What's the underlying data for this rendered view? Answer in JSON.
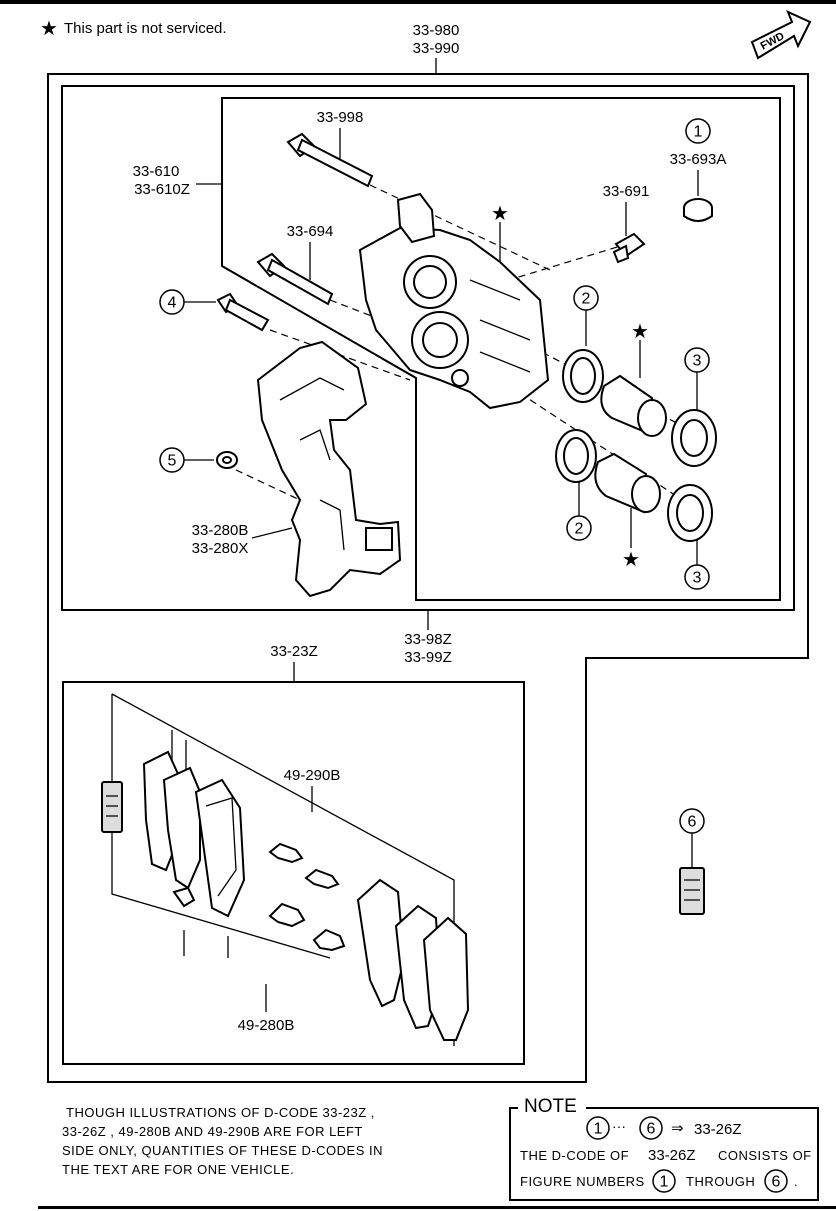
{
  "legend": {
    "star_text": "This part is not serviced."
  },
  "fwd_text": "FWD",
  "labels": {
    "assembly_a": "33-980",
    "assembly_b": "33-990",
    "caliper_a": "33-610",
    "caliper_b": "33-610Z",
    "bolt_998": "33-998",
    "cap_693a": "33-693A",
    "bleeder_691": "33-691",
    "bolt_694": "33-694",
    "bracket_a": "33-280B",
    "bracket_b": "33-280X",
    "kit_a": "33-98Z",
    "kit_b": "33-99Z",
    "pad_kit": "33-23Z",
    "shim_kit": "49-290B",
    "pad_set": "49-280B"
  },
  "callouts": {
    "c1": "1",
    "c2": "2",
    "c3": "3",
    "c4": "4",
    "c5": "5",
    "c6": "6"
  },
  "footnote": {
    "line1": "THOUGH ILLUSTRATIONS OF D-CODE 33-23Z ,",
    "line2": "33-26Z , 49-280B AND 49-290B ARE FOR LEFT",
    "line3": "SIDE ONLY, QUANTITIES OF THESE D-CODES IN",
    "line4": "THE TEXT ARE FOR ONE VEHICLE."
  },
  "note": {
    "title": "NOTE",
    "from": "1",
    "ellipsis": "···",
    "to": "6",
    "arrow": "⇒",
    "code": "33-26Z",
    "line2_pre": "THE D-CODE OF",
    "line2_code": "33-26Z",
    "line2_post": "CONSISTS OF",
    "line3_pre": "FIGURE NUMBERS",
    "line3_mid": "THROUGH",
    "line3_end": "."
  }
}
